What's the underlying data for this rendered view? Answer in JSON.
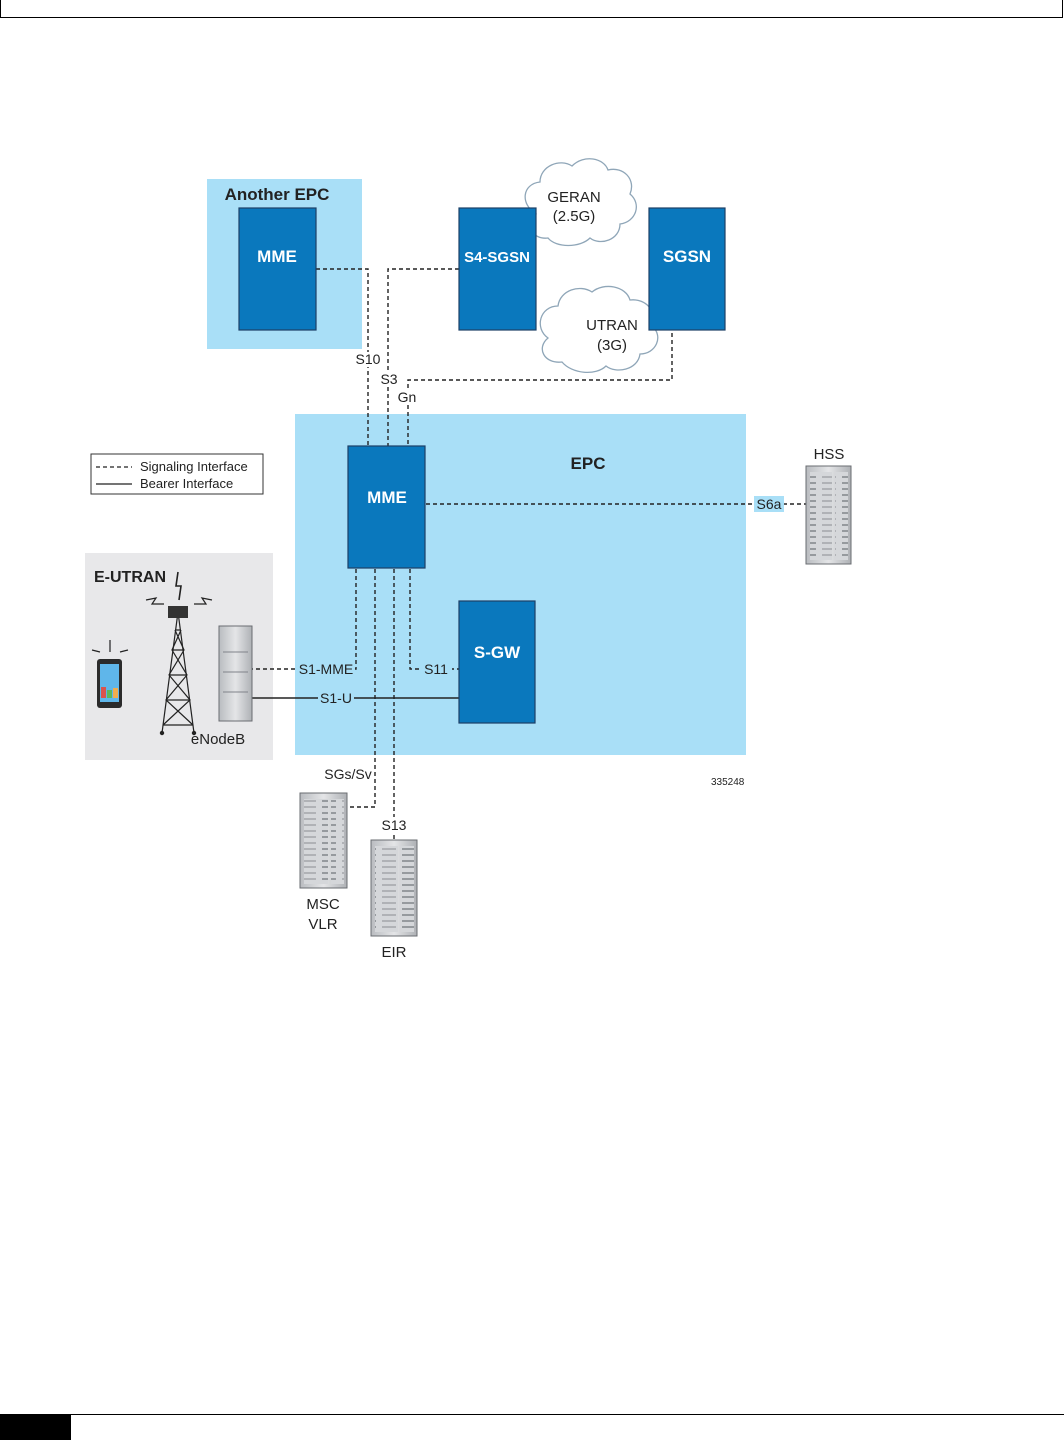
{
  "diagram": {
    "regions": {
      "another_epc": "Another EPC",
      "epc": "EPC",
      "e_utran": "E-UTRAN"
    },
    "nodes": {
      "mme_remote": "MME",
      "mme": "MME",
      "s4_sgsn": "S4-SGSN",
      "sgsn": "SGSN",
      "sgw": "S-GW",
      "hss": "HSS",
      "enodeb": "eNodeB",
      "msc_vlr_line1": "MSC",
      "msc_vlr_line2": "VLR",
      "eir": "EIR"
    },
    "clouds": {
      "geran_line1": "GERAN",
      "geran_line2": "(2.5G)",
      "utran_line1": "UTRAN",
      "utran_line2": "(3G)"
    },
    "interfaces": {
      "s10": "S10",
      "s3": "S3",
      "gn": "Gn",
      "s6a": "S6a",
      "s1_mme": "S1-MME",
      "s1_u": "S1-U",
      "s11": "S11",
      "sgs_sv": "SGs/Sv",
      "s13": "S13"
    },
    "legend": {
      "signaling": "Signaling Interface",
      "bearer": "Bearer Interface"
    },
    "figure_id": "335248",
    "colors": {
      "region_blue": "#a9dff7",
      "node_blue": "#0a78bd",
      "node_border": "#1d3f66",
      "eutran_gray": "#e8e8ea"
    }
  }
}
